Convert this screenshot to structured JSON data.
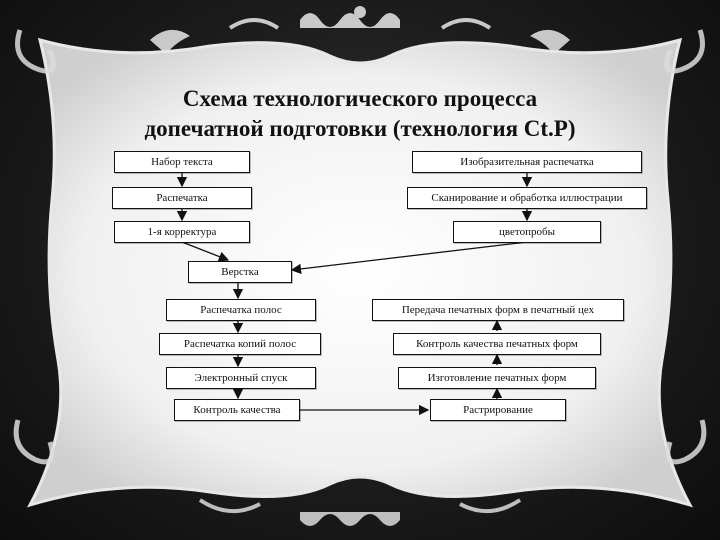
{
  "title": {
    "line1": "Схема технологического процесса",
    "line2": "допечатной подготовки (технология Ct.P)"
  },
  "left_column": [
    "Набор текста",
    "Распечатка",
    "1-я корректура"
  ],
  "right_column": [
    "Изобразительная распечатка",
    "Сканирование и обработка иллюстрации",
    "цветопробы"
  ],
  "merge_node": "Верстка",
  "lower_left_column": [
    "Распечатка полос",
    "Распечатка копий полос",
    "Электронный спуск",
    "Контроль качества"
  ],
  "lower_right_column": [
    "Передача печатных форм в печатный цех",
    "Контроль качества печатных форм",
    "Изготовление печатных форм",
    "Растрирование"
  ],
  "colors": {
    "frame": "#f2f2f2",
    "background": "#1c1c1c",
    "box_border": "#111111"
  }
}
